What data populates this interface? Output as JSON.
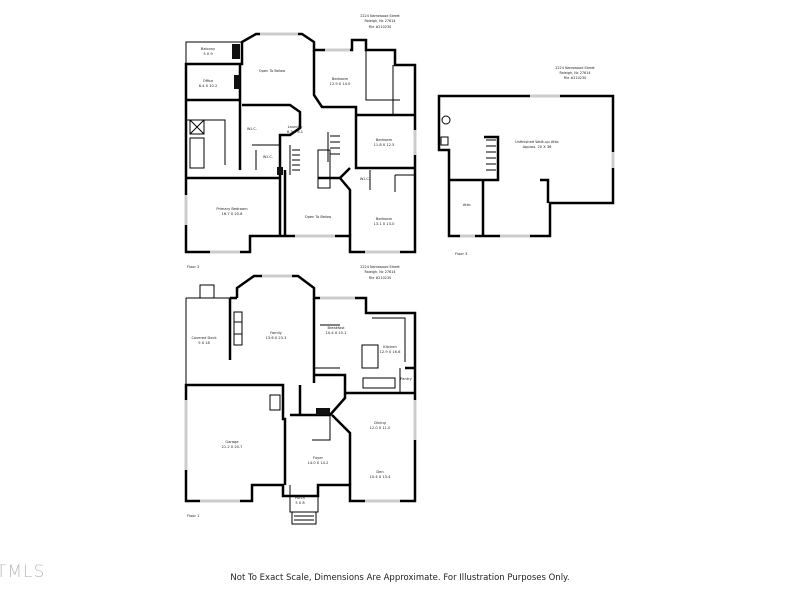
{
  "address": {
    "street": "2224 Narrowood Street",
    "city": "Raleigh, Nc 27614",
    "file": "File #210230"
  },
  "floor2": {
    "label": "Floor 2",
    "rooms": [
      {
        "name": "Balcony",
        "dims": "5 X 9"
      },
      {
        "name": "Office",
        "dims": "8.4 X 10.2"
      },
      {
        "name": "Open To Below",
        "dims": ""
      },
      {
        "name": "Bedroom",
        "dims": "12.9 X 14.0"
      },
      {
        "name": "W.I.C.",
        "dims": ""
      },
      {
        "name": "Laundry",
        "dims": "6.3 X 6.1"
      },
      {
        "name": "W.I.C.",
        "dims": ""
      },
      {
        "name": "Bedroom",
        "dims": "11.8 X 12.5"
      },
      {
        "name": "W.I.C.",
        "dims": ""
      },
      {
        "name": "Primary Bedroom",
        "dims": "16.7 X 20.8"
      },
      {
        "name": "Open To Below",
        "dims": ""
      },
      {
        "name": "Bedroom",
        "dims": "13.1 X 13.0"
      }
    ]
  },
  "floor3": {
    "label": "Floor 3",
    "rooms": [
      {
        "name": "Unfinished Walk-up Attic",
        "dims": "Approx. 20 X 38"
      },
      {
        "name": "Attic",
        "dims": ""
      }
    ]
  },
  "floor1": {
    "label": "Floor 1",
    "rooms": [
      {
        "name": "Covered Deck",
        "dims": "9 X 18"
      },
      {
        "name": "Family",
        "dims": "13.6 X 23.3"
      },
      {
        "name": "Breakfast",
        "dims": "10.4 X 10.1"
      },
      {
        "name": "Kitchen",
        "dims": "12.9 X 16.6"
      },
      {
        "name": "Pantry",
        "dims": ""
      },
      {
        "name": "Dining",
        "dims": "12.0 X 11.0"
      },
      {
        "name": "Garage",
        "dims": "21.2 X 20.7"
      },
      {
        "name": "Foyer",
        "dims": "14.0 X 14.2"
      },
      {
        "name": "Den",
        "dims": "10.4 X 13.4"
      },
      {
        "name": "Porch",
        "dims": "5 X 8"
      }
    ]
  },
  "footer": "Not To Exact Scale, Dimensions Are Approximate. For Illustration Purposes Only.",
  "logo": "TMLS"
}
